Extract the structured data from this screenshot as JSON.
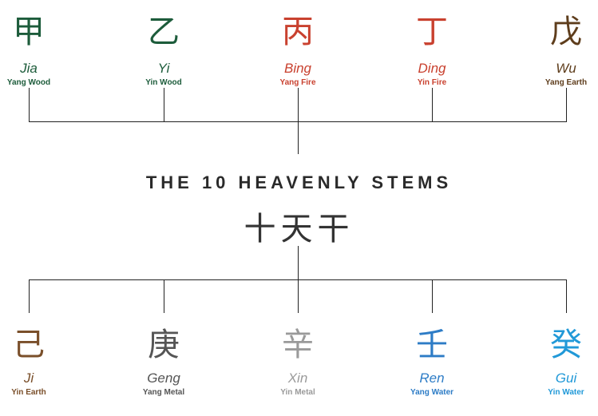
{
  "title": "THE 10 HEAVENLY STEMS",
  "subtitle": "十天干",
  "top_stems": [
    {
      "char": "甲",
      "name": "Jia",
      "element": "Yang Wood",
      "color": "#1d5c3b"
    },
    {
      "char": "乙",
      "name": "Yi",
      "element": "Yin Wood",
      "color": "#1d5c3b"
    },
    {
      "char": "丙",
      "name": "Bing",
      "element": "Yang Fire",
      "color": "#c9412f"
    },
    {
      "char": "丁",
      "name": "Ding",
      "element": "Yin Fire",
      "color": "#c9412f"
    },
    {
      "char": "戊",
      "name": "Wu",
      "element": "Yang Earth",
      "color": "#5e3d1c"
    }
  ],
  "bottom_stems": [
    {
      "char": "己",
      "name": "Ji",
      "element": "Yin Earth",
      "color": "#7a4f2a"
    },
    {
      "char": "庚",
      "name": "Geng",
      "element": "Yang Metal",
      "color": "#555555"
    },
    {
      "char": "辛",
      "name": "Xin",
      "element": "Yin Metal",
      "color": "#9a9a9a"
    },
    {
      "char": "壬",
      "name": "Ren",
      "element": "Yang Water",
      "color": "#2d7cc6"
    },
    {
      "char": "癸",
      "name": "Gui",
      "element": "Yin Water",
      "color": "#2199d8"
    }
  ]
}
